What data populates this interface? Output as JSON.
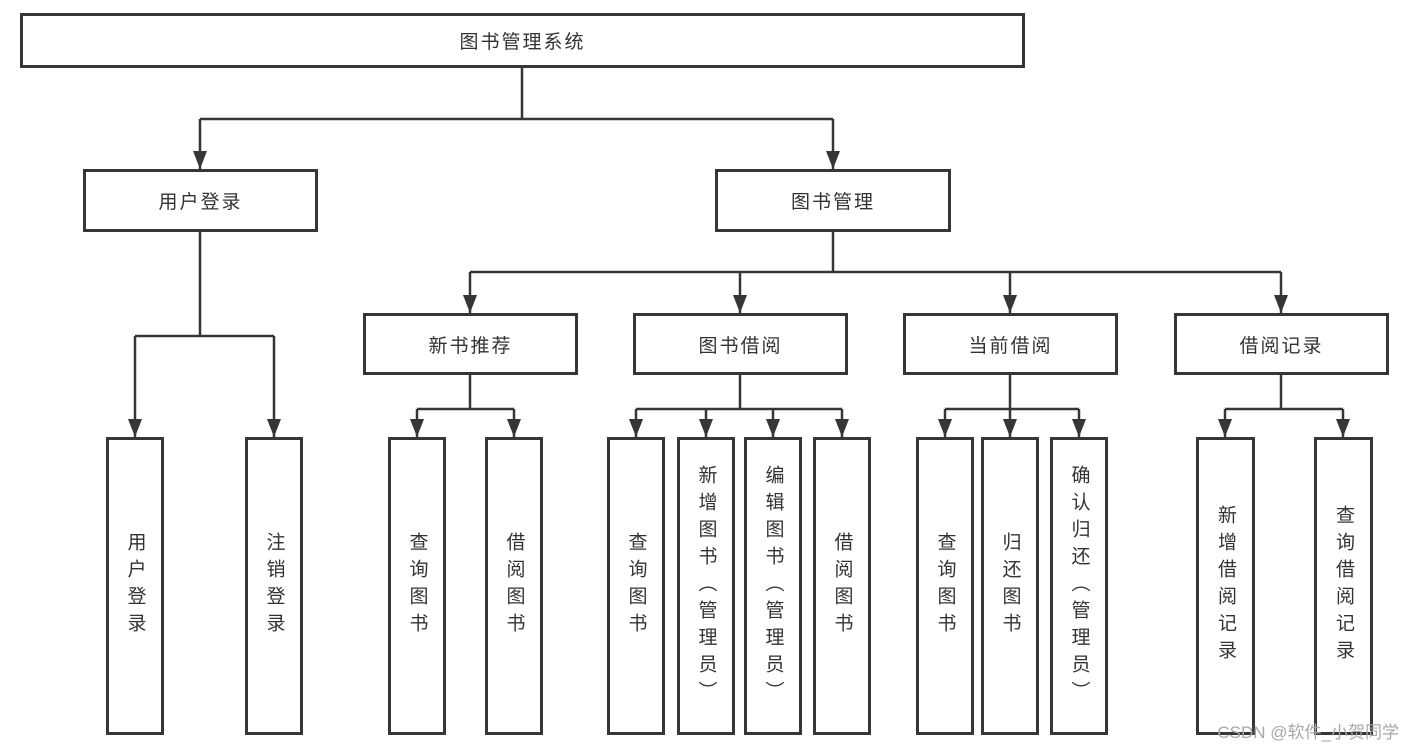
{
  "tree": {
    "root": {
      "label": "图书管理系统"
    },
    "login": {
      "label": "用户登录",
      "children": [
        {
          "label": "用户登录"
        },
        {
          "label": "注销登录"
        }
      ]
    },
    "management": {
      "label": "图书管理"
    },
    "modules": [
      {
        "label": "新书推荐",
        "children": [
          {
            "label": "查询图书"
          },
          {
            "label": "借阅图书"
          }
        ]
      },
      {
        "label": "图书借阅",
        "children": [
          {
            "label": "查询图书"
          },
          {
            "label": "新增图书（管理员）"
          },
          {
            "label": "编辑图书（管理员）"
          },
          {
            "label": "借阅图书"
          }
        ]
      },
      {
        "label": "当前借阅",
        "children": [
          {
            "label": "查询图书"
          },
          {
            "label": "归还图书"
          },
          {
            "label": "确认归还（管理员）"
          }
        ]
      },
      {
        "label": "借阅记录",
        "children": [
          {
            "label": "新增借阅记录"
          },
          {
            "label": "查询借阅记录"
          }
        ]
      }
    ]
  },
  "watermark": "CSDN @软件_小贺同学",
  "colors": {
    "line": "#363636",
    "text": "#333333",
    "watermark": "#a8a8a8",
    "background": "#ffffff"
  }
}
